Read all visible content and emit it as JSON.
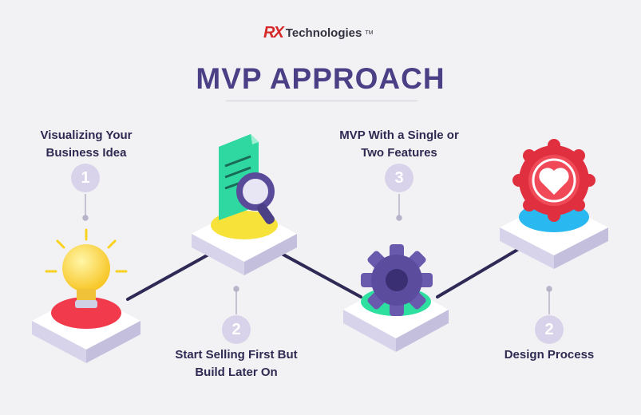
{
  "logo": {
    "mark": "RX",
    "text": "Technologies",
    "tm": "TM"
  },
  "title": "MVP APPROACH",
  "steps": [
    {
      "number": "1",
      "label_line1": "Visualizing Your",
      "label_line2": "Business Idea",
      "icon": "lightbulb-icon"
    },
    {
      "number": "2",
      "label_line1": "Start Selling First But",
      "label_line2": "Build Later On",
      "icon": "document-search-icon"
    },
    {
      "number": "3",
      "label_line1": "MVP With a Single or",
      "label_line2": "Two Features",
      "icon": "gear-icon"
    },
    {
      "number": "2",
      "label_line1": "Design Process",
      "icon": "heart-badge-icon"
    }
  ],
  "colors": {
    "title": "#4b3f86",
    "number_badge": "#d8d2ea",
    "connector": "#2e2a55",
    "bulb_glow": "#f23a4d",
    "doc_glow": "#f7e23a",
    "gear_glow": "#2ee0a0",
    "heart_glow": "#29b8f0"
  }
}
